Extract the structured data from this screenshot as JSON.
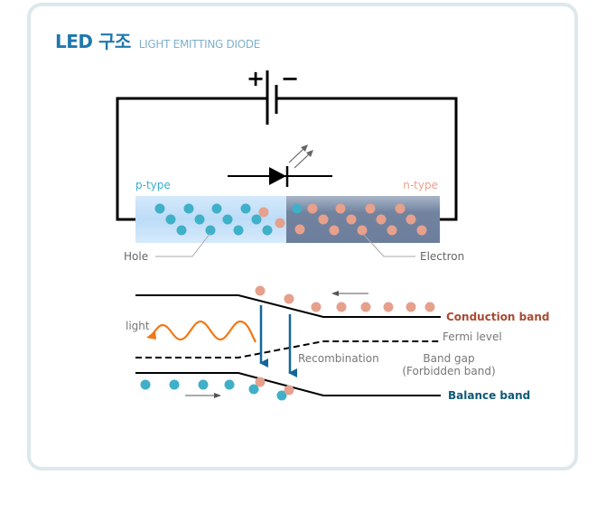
{
  "header": {
    "title": "LED 구조",
    "subtitle": "LIGHT EMITTING DIODE"
  },
  "circuit": {
    "battery_plus": "+",
    "battery_minus": "−",
    "p_type_label": "p-type",
    "n_type_label": "n-type",
    "hole_label": "Hole",
    "electron_label": "Electron"
  },
  "band_diagram": {
    "light_label": "light",
    "conduction_band_label": "Conduction band",
    "fermi_level_label": "Fermi level",
    "recombination_label": "Recombination",
    "band_gap_label_line1": "Band gap",
    "band_gap_label_line2": "(Forbidden band)",
    "balance_band_label": "Balance band"
  },
  "colors": {
    "title": "#1f78ad",
    "subtitle": "#7fb0cc",
    "hole": "#3fb0c8",
    "electron": "#e6a08c",
    "p_type_text": "#3aaecb",
    "n_type_text": "#e8a28e",
    "conduction_band_text": "#a84a32",
    "balance_band_text": "#0f5a76",
    "recombination_arrow": "#11679a",
    "light_wave": "#f07818",
    "frame": "#dde8ec"
  }
}
